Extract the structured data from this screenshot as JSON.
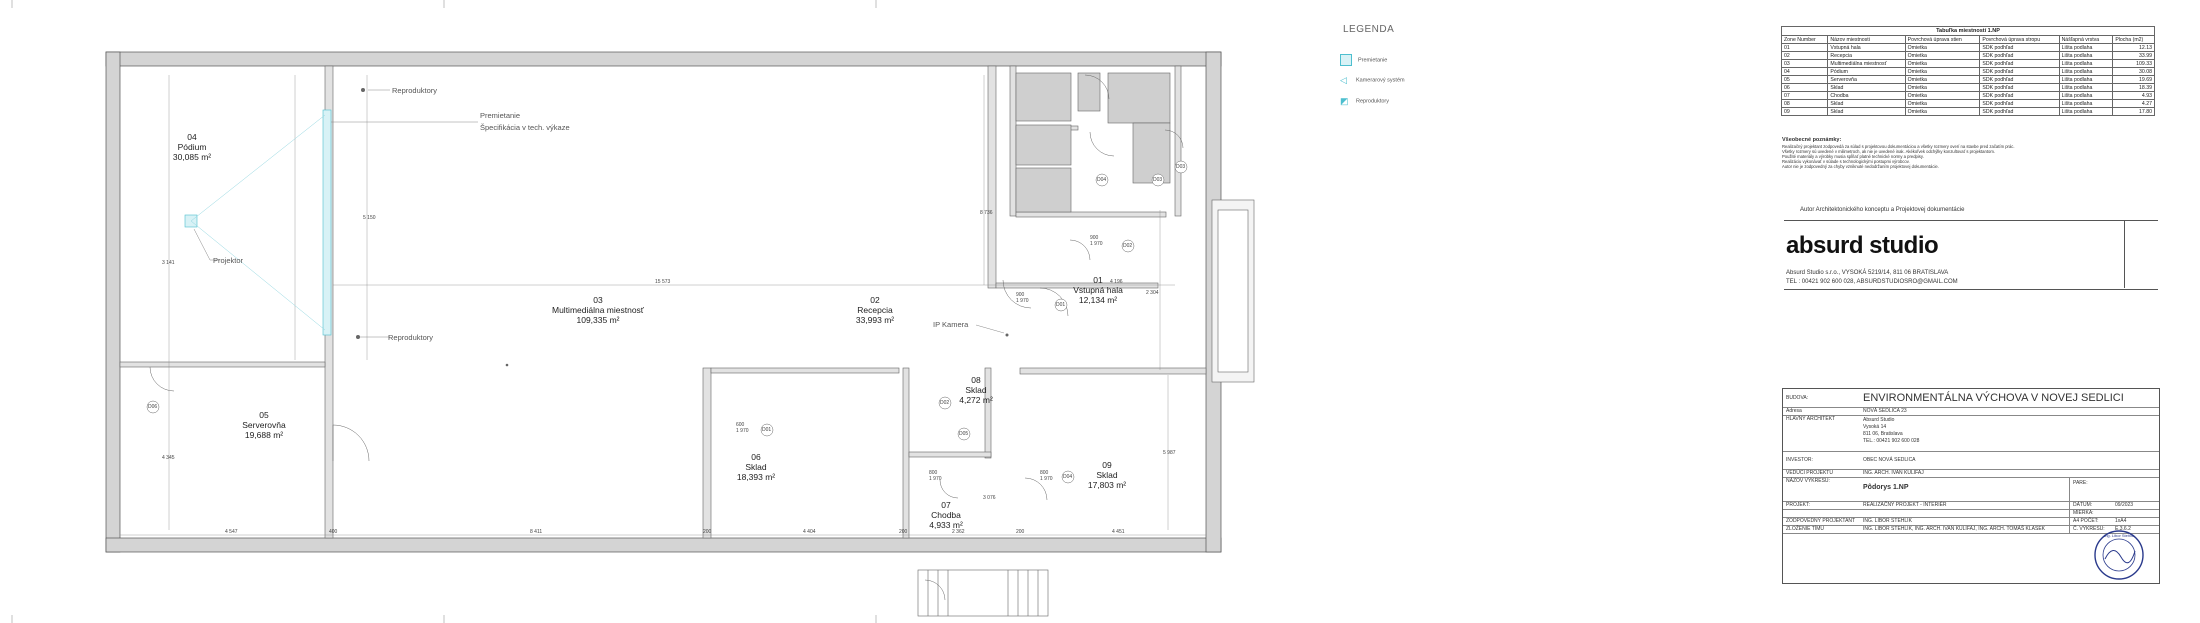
{
  "plan": {
    "rooms": [
      {
        "num": "01",
        "name": "Vstupná hala",
        "area": "12,134 m²"
      },
      {
        "num": "02",
        "name": "Recepcia",
        "area": "33,993 m²"
      },
      {
        "num": "03",
        "name": "Multimediálna miestnosť",
        "area": "109,335 m²"
      },
      {
        "num": "04",
        "name": "Pódium",
        "area": "30,085 m²"
      },
      {
        "num": "05",
        "name": "Serverovňa",
        "area": "19,688 m²"
      },
      {
        "num": "06",
        "name": "Sklad",
        "area": "18,393 m²"
      },
      {
        "num": "07",
        "name": "Chodba",
        "area": "4,933 m²"
      },
      {
        "num": "08",
        "name": "Sklad",
        "area": "4,272 m²"
      },
      {
        "num": "09",
        "name": "Sklad",
        "area": "17,803 m²"
      }
    ],
    "annotations": {
      "speakers_top": "Reproduktory",
      "speakers_mid": "Reproduktory",
      "screening": "Premietanie",
      "spec": "Špecifikácia v tech. výkaze",
      "projector": "Projektor",
      "ip_camera": "IP Kamera"
    },
    "dims": {
      "d1": "15 573",
      "d2": "4 196",
      "d3": "4 547",
      "d4": "400",
      "d5": "8 411",
      "d6": "200",
      "d7": "4 404",
      "d8": "200",
      "d9": "2 362",
      "d10": "200",
      "d11": "4 451",
      "d12": "5 987",
      "d13": "8 736",
      "d14": "5 150",
      "d15": "3 141",
      "d16": "4 345",
      "d17": "2 304",
      "d18": "3 076",
      "d19": "900",
      "d20": "1 970",
      "d21": "600",
      "d22": "1 970",
      "d23": "800",
      "d24": "1 970",
      "d25": "800",
      "d26": "1 970",
      "d27": "900",
      "d28": "1 970",
      "door_tags": [
        "D04",
        "D03",
        "D03",
        "D02",
        "D01",
        "D01",
        "D02",
        "D05",
        "D04",
        "D06"
      ]
    }
  },
  "legend": {
    "title": "LEGENDA",
    "items": [
      "Premietanie",
      "Kamerarový systém",
      "Reproduktory"
    ]
  },
  "room_table": {
    "title": "Tabuľka miestností 1.NP",
    "headers": [
      "Zone Number",
      "Názov miestnosti",
      "Povrchová úprava stien",
      "Povrchová úprava stropu",
      "Nášľapná vrstva",
      "Plocha (m2)"
    ],
    "rows": [
      [
        "01",
        "Vstupná hala",
        "Omietka",
        "SDK podhľad",
        "Lišta podlaha",
        "12.13"
      ],
      [
        "02",
        "Recepcia",
        "Omietka",
        "SDK podhľad",
        "Lišta podlaha",
        "33.99"
      ],
      [
        "03",
        "Multimediálna miestnosť",
        "Omietka",
        "SDK podhľad",
        "Lišta podlaha",
        "109.33"
      ],
      [
        "04",
        "Pódium",
        "Omietka",
        "SDK podhľad",
        "Lišta podlaha",
        "30.08"
      ],
      [
        "05",
        "Serverovňa",
        "Omietka",
        "SDK podhľad",
        "Lišta podlaha",
        "19.69"
      ],
      [
        "06",
        "Sklad",
        "Omietka",
        "SDK podhľad",
        "Lišta podlaha",
        "18.39"
      ],
      [
        "07",
        "Chodba",
        "Omietka",
        "SDK podhľad",
        "Lišta podlaha",
        "4.93"
      ],
      [
        "08",
        "Sklad",
        "Omietka",
        "SDK podhľad",
        "Lišta podlaha",
        "4.27"
      ],
      [
        "09",
        "Sklad",
        "Omietka",
        "SDK podhľad",
        "Lišta podlaha",
        "17.80"
      ]
    ]
  },
  "notes": {
    "heading": "Všeobecné poznámky:",
    "lines": [
      "Realizačný projektant zodpovedá za súlad s projektovou dokumentáciou a všetky rozmery overí na stavbe pred začatím prác.",
      "Všetky rozmery sú uvedené v milimetroch, ak nie je uvedené inak. Akékoľvek odchýlky konzultovať s projektantom.",
      "Použité materiály a výrobky musia spĺňať platné technické normy a predpisy.",
      "Realizáciu vykonávať v súlade s technologickými postupmi výrobcov.",
      "Autor nie je zodpovedný za chyby vzniknuté nedodržaním projektovej dokumentácie."
    ]
  },
  "studio": {
    "author_note": "Autor Architektonického konceptu a Projektovej dokumentácie",
    "logo": "absurd studio",
    "address": "Absurd Studio s.r.o., VYSOKÁ 5219/14, 811 06 BRATISLAVA",
    "contact": "TEL : 00421 902 600 028, ABSURDSTUDIOSRO@GMAIL.COM"
  },
  "title_block": {
    "building_label": "BUDOVA:",
    "building": "ENVIRONMENTÁLNA VÝCHOVA V NOVEJ SEDLICI",
    "address_label": "Adresa",
    "address": "NOVÁ SEDLICA 23",
    "architect_label": "HLAVNÝ ARCHITEKT",
    "architect_lines": [
      "Absurd Studio",
      "Vysoká 14",
      "811 06, Bratislava",
      "TEL.: 00421 902 600 028"
    ],
    "investor_label": "INVESTOR:",
    "investor": "OBEC NOVÁ SEDLICA",
    "lead_label": "VEDÚCI PROJEKTU",
    "lead": "ING. ARCH. IVAN KULIFAJ",
    "drawing_label": "NÁZOV VÝKRESU:",
    "drawing": "Pôdorys 1.NP",
    "copy_label": "PARE:",
    "project_label": "PROJEKT:",
    "project": "REALIZAČNÝ PROJEKT - INTERIÉR",
    "date_label": "DÁTUM:",
    "date": "09/2023",
    "scale_label": "MIERKA:",
    "scale": "",
    "responsible_label": "ZODPOVEDNÝ PROJEKTANT",
    "responsible": "ING. LIBOR STEHLIK",
    "format_label": "A4 POČET:",
    "format": "1xA4",
    "team_label": "ZLOŽENIE TÍMU",
    "team": "ING. LIBOR STEHLIK, ING. ARCH. IVAN KULIFAJ, ING. ARCH. TOMÁŠ KLASEK",
    "sheet_label": "Č. VÝKRESU:",
    "sheet": "E.3.6.2",
    "stamp_text": "Ing. Libor Stehlik"
  }
}
